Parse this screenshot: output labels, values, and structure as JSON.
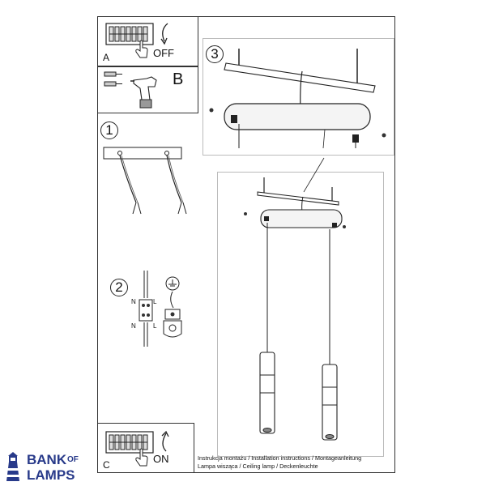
{
  "steps": {
    "a": {
      "letter": "A",
      "action": "OFF"
    },
    "b": {
      "letter": "B"
    },
    "c": {
      "letter": "C",
      "action": "ON"
    },
    "one": "1",
    "two": "2",
    "three": "3"
  },
  "wiring": {
    "n_top": "N",
    "l_top": "L",
    "n_bottom": "N",
    "l_bottom": "L"
  },
  "caption": {
    "line1": "Instrukcja montażu / Installation instructions / Montageanleitung",
    "line2": "Lampa wisząca / Ceiling lamp / Deckenleuchte"
  },
  "logo": {
    "word1": "BANK",
    "word2": "OF",
    "word3": "LAMPS",
    "color": "#283a8a"
  },
  "icons": [
    "fuse-box-icon",
    "hand-icon",
    "curved-arrow-icon",
    "wall-plug-icon",
    "drill-icon",
    "earth-ground-icon",
    "terminal-block-icon"
  ]
}
